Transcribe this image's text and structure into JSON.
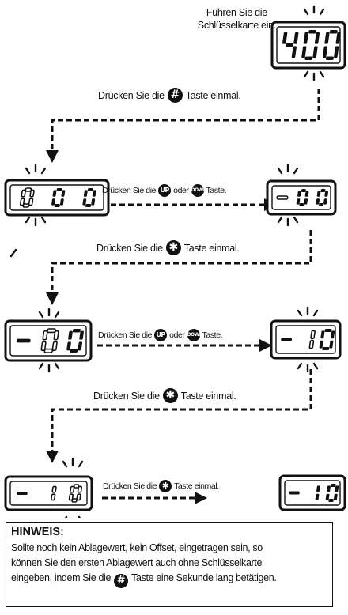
{
  "intro": {
    "line1": "Führen Sie die",
    "line2": "Schlüsselkarte ein."
  },
  "displays": [
    {
      "id": "d1",
      "digits": [
        "4",
        "0",
        "0"
      ],
      "outlined": [
        false,
        false,
        false
      ],
      "prefix": ""
    },
    {
      "id": "d2",
      "digits": [
        "0",
        "0",
        "0"
      ],
      "outlined": [
        true,
        false,
        false
      ],
      "prefix": ""
    },
    {
      "id": "d3",
      "digits": [
        "",
        "0",
        "0"
      ],
      "outlined": [
        false,
        false,
        false
      ],
      "prefix": "dash-outline"
    },
    {
      "id": "d4",
      "digits": [
        "",
        "0",
        "0"
      ],
      "outlined": [
        false,
        true,
        false
      ],
      "prefix": "dash"
    },
    {
      "id": "d5",
      "digits": [
        "",
        "1",
        "0"
      ],
      "outlined": [
        false,
        true,
        false
      ],
      "prefix": "dash"
    },
    {
      "id": "d6",
      "digits": [
        "",
        "1",
        "0"
      ],
      "outlined": [
        false,
        true,
        true
      ],
      "prefix": "dash"
    },
    {
      "id": "d7",
      "digits": [
        "",
        "1",
        "0"
      ],
      "outlined": [
        false,
        false,
        false
      ],
      "prefix": "dash"
    }
  ],
  "steps": [
    {
      "pre": "Drücken Sie die",
      "key": "#",
      "post": "Taste einmal."
    },
    {
      "pre": "Drücken Sie die",
      "key": "UP",
      "mid": "oder",
      "key2": "DOWN",
      "post": "Taste."
    },
    {
      "pre": "Drücken Sie die",
      "key": "✱",
      "post": "Taste einmal."
    },
    {
      "pre": "Drücken Sie die",
      "key": "UP",
      "mid": "oder",
      "key2": "DOWN",
      "post": "Taste."
    },
    {
      "pre": "Drücken Sie die",
      "key": "✱",
      "post": "Taste einmal."
    },
    {
      "pre": "Drücken Sie die",
      "key": "✱",
      "post": "Taste einmal."
    }
  ],
  "note": {
    "heading": "HINWEIS:",
    "line1": "Sollte noch kein Ablagewert, kein Offset, eingetragen sein, so",
    "line2": "können Sie den ersten Ablagewert auch ohne Schlüsselkarte",
    "line3a": "eingeben, indem Sie die",
    "key": "#",
    "line3b": "Taste eine Sekunde lang betätigen."
  }
}
